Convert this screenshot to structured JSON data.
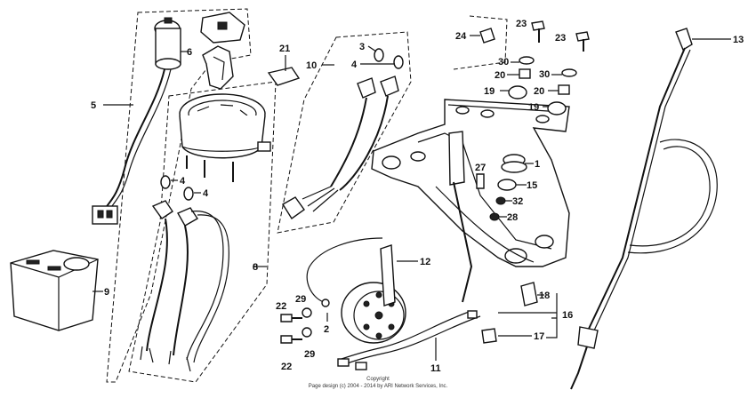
{
  "diagram": {
    "labels": {
      "p1": "1",
      "p2": "2",
      "p3": "3",
      "p4a": "4",
      "p4b": "4",
      "p4c": "4",
      "p5": "5",
      "p6": "6",
      "p8": "8",
      "p9": "9",
      "p10": "10",
      "p11": "11",
      "p12": "12",
      "p13": "13",
      "p15": "15",
      "p16": "16",
      "p17": "17",
      "p18": "18",
      "p19a": "19",
      "p19b": "19",
      "p20a": "20",
      "p20b": "20",
      "p21": "21",
      "p22a": "22",
      "p22b": "22",
      "p23a": "23",
      "p23b": "23",
      "p24": "24",
      "p27": "27",
      "p28": "28",
      "p29a": "29",
      "p29b": "29",
      "p30a": "30",
      "p30b": "30",
      "p32": "32"
    },
    "copyright_line1": "Copyright",
    "copyright_line2": "Page design (c) 2004 - 2014 by ARI Network Services, Inc."
  }
}
